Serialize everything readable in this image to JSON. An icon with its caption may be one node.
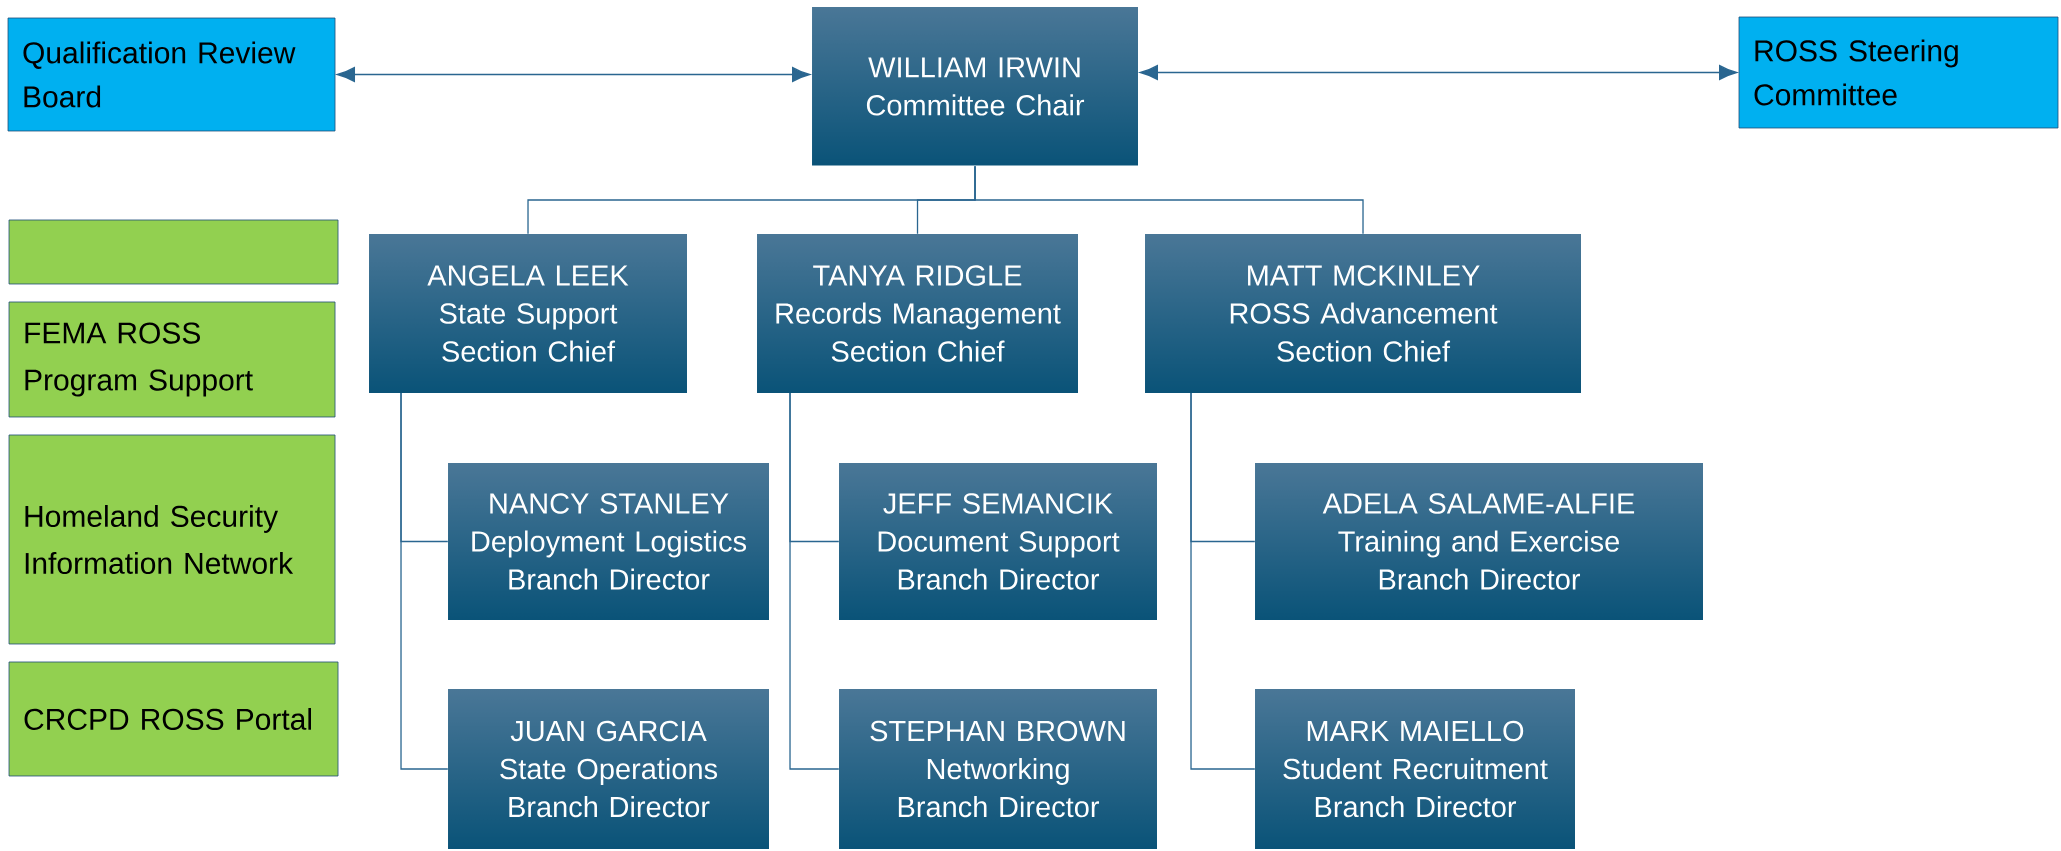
{
  "diagram": {
    "nodes": [
      {
        "text": [
          "Qualification Review Board"
        ]
      },
      {
        "text": [
          "WILLIAM IRWIN",
          "Committee Chair"
        ]
      },
      {
        "text": [
          "ROSS Steering Committee"
        ]
      },
      {
        "text": [],
        "shape": "box"
      },
      {
        "text": [
          "FEMA ROSS Program Support"
        ]
      },
      {
        "text": [
          "Homeland Security Information Network"
        ]
      },
      {
        "text": [
          "CRCPD ROSS Portal"
        ]
      },
      {
        "text": [
          "ANGELA LEEK",
          "State Support Section Chief"
        ]
      },
      {
        "text": [
          "TANYA RIDGLE",
          "Records Management Section Chief"
        ]
      },
      {
        "text": [
          "MATT MCKINLEY",
          "ROSS Advancement Section Chief"
        ]
      },
      {
        "text": [
          "NANCY STANLEY",
          "Deployment Logistics Branch Director"
        ]
      },
      {
        "text": [
          "JEFF SEMANCIK",
          "Document Support Branch Director"
        ]
      },
      {
        "text": [
          "ADELA SALAME-ALFIE",
          "Training and Exercise Branch Director"
        ]
      },
      {
        "text": [
          "JUAN GARCIA",
          "State Operations Branch Director"
        ]
      },
      {
        "text": [
          "STEPHAN BROWN",
          "Networking Branch Director"
        ]
      },
      {
        "text": [
          "MARK MAIELLO",
          "Student Recruitment Branch Director"
        ]
      }
    ],
    "edges": [
      {
        "from": 1,
        "to": 0,
        "arrow": "both"
      },
      {
        "from": 1,
        "to": 2,
        "arrow": "both"
      },
      {
        "from": 1,
        "to": 7,
        "arrow": "none"
      },
      {
        "from": 1,
        "to": 8,
        "arrow": "none"
      },
      {
        "from": 1,
        "to": 9,
        "arrow": "none"
      },
      {
        "from": 7,
        "to": 10,
        "arrow": "none"
      },
      {
        "from": 7,
        "to": 13,
        "arrow": "none"
      },
      {
        "from": 8,
        "to": 11,
        "arrow": "none"
      },
      {
        "from": 8,
        "to": 14,
        "arrow": "none"
      },
      {
        "from": 9,
        "to": 12,
        "arrow": "none"
      },
      {
        "from": 9,
        "to": 15,
        "arrow": "none"
      }
    ]
  }
}
